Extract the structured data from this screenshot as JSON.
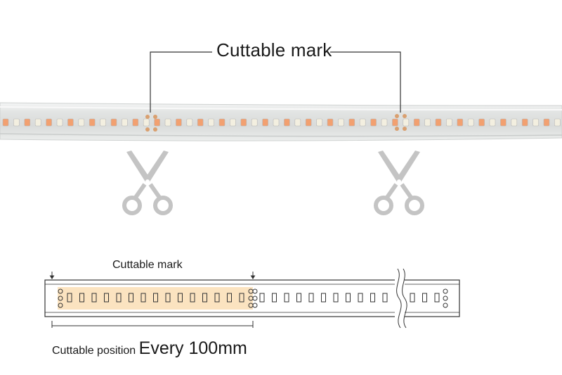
{
  "top": {
    "cut_mark_label": "Cuttable mark"
  },
  "diagram": {
    "cut_mark_label": "Cuttable mark",
    "cut_position_label": "Cuttable position",
    "cut_interval": "Every 100mm"
  },
  "colors": {
    "strip_body": "#e4e6e5",
    "strip_edge": "#cfd2d1",
    "led_warm": "#f2a070",
    "led_cool": "#f3efe0",
    "highlight": "#fbe3c0",
    "scissors": "#c4c4c4",
    "line": "#333333"
  },
  "icons": [
    "scissors-icon",
    "scissors-icon",
    "arrow-down-icon",
    "arrow-down-icon"
  ]
}
